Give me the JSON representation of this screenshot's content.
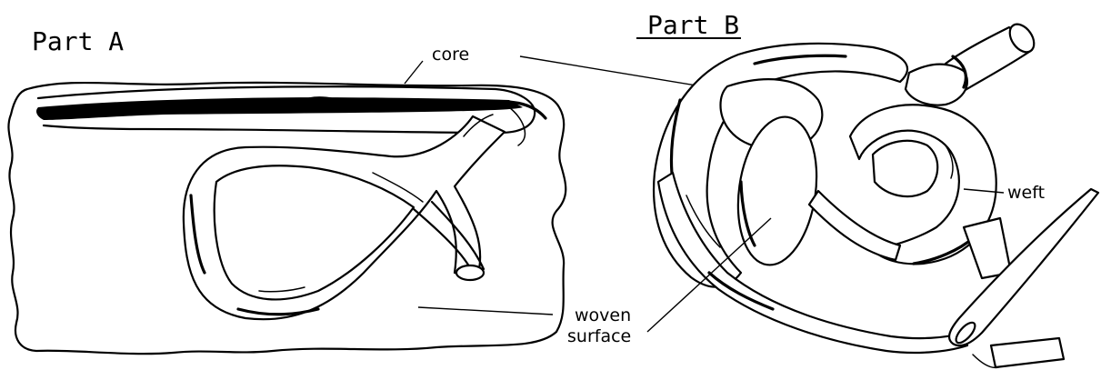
{
  "part_a": {
    "title": "Part A"
  },
  "part_b": {
    "title": "Part B"
  },
  "labels": {
    "core": "core",
    "weft": "weft",
    "woven": "woven",
    "surface": "surface"
  }
}
